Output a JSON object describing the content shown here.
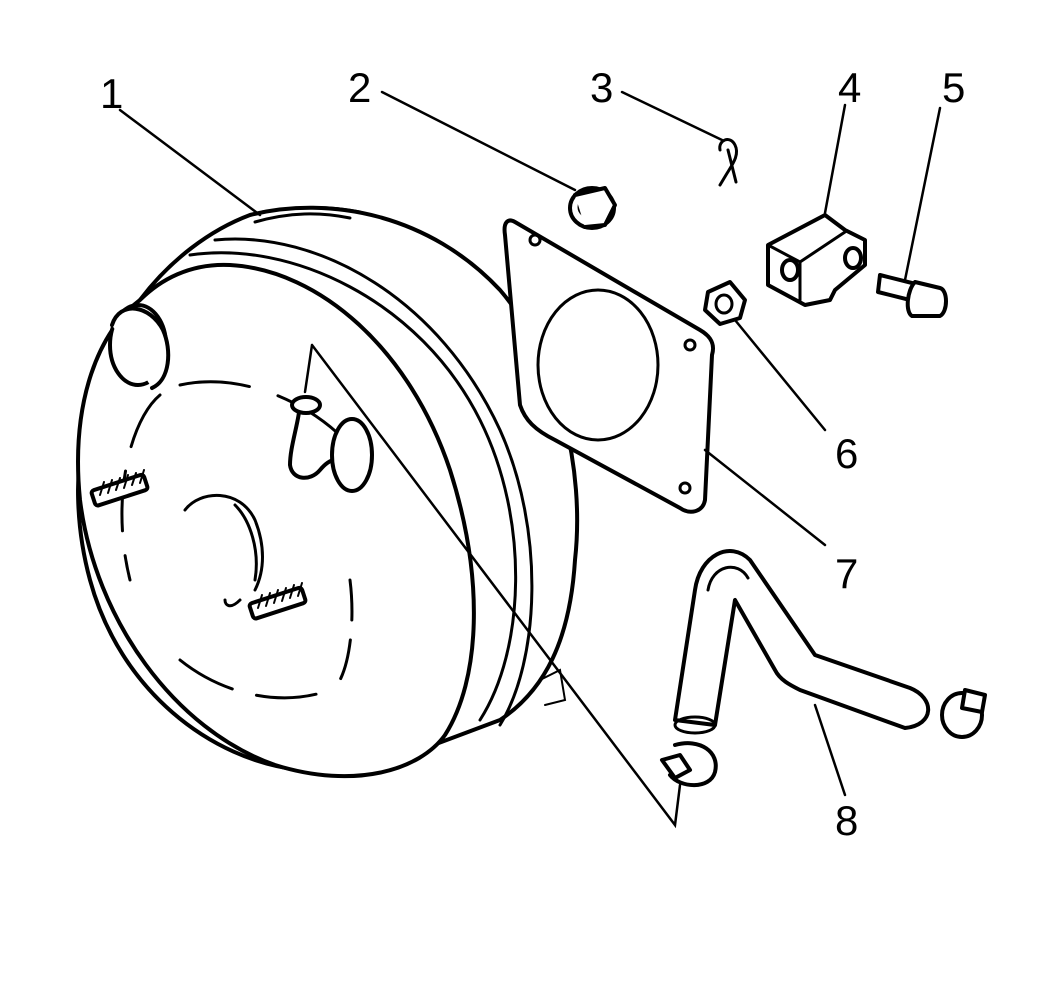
{
  "callouts": [
    {
      "number": "1",
      "part_icon": "brake-booster-icon"
    },
    {
      "number": "2",
      "part_icon": "flange-nut-icon"
    },
    {
      "number": "3",
      "part_icon": "cotter-pin-icon"
    },
    {
      "number": "4",
      "part_icon": "clevis-icon"
    },
    {
      "number": "5",
      "part_icon": "clevis-pin-icon"
    },
    {
      "number": "6",
      "part_icon": "hex-nut-icon"
    },
    {
      "number": "7",
      "part_icon": "gasket-icon"
    },
    {
      "number": "8",
      "part_icon": "vacuum-hose-icon"
    }
  ],
  "colors": {
    "line": "#000000",
    "background": "#ffffff"
  }
}
